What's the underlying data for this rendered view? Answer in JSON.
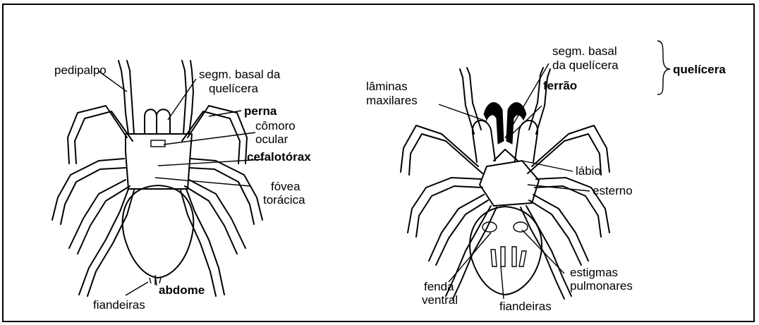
{
  "dorsal_view": {
    "labels": {
      "pedipalpo": "pedipalpo",
      "segm_basal_1": "segm. basal da",
      "segm_basal_2": "quelícera",
      "perna": "perna",
      "comoro_1": "cômoro",
      "comoro_2": "ocular",
      "cefalotorax": "cefalotórax",
      "fovea_1": "fóvea",
      "fovea_2": "torácica",
      "abdome": "abdome",
      "fiandeiras": "fiandeiras"
    }
  },
  "ventral_view": {
    "labels": {
      "segm_basal_1": "segm. basal",
      "segm_basal_2": "da quelícera",
      "quelicera": "quelícera",
      "laminas_1": "lâminas",
      "laminas_2": "maxilares",
      "ferrao": "ferrão",
      "labio": "lábio",
      "esterno": "esterno",
      "estigmas_1": "estigmas",
      "estigmas_2": "pulmonares",
      "fenda_1": "fenda",
      "fenda_2": "ventral",
      "fiandeiras": "fiandeiras"
    }
  }
}
